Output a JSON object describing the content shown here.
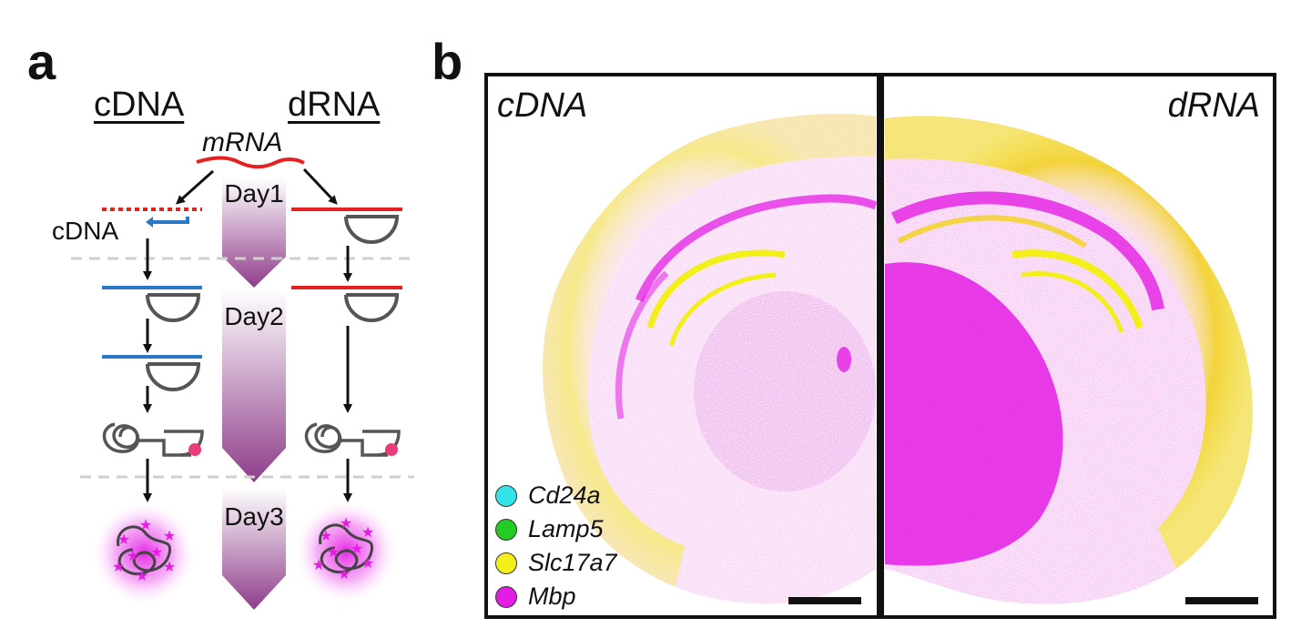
{
  "panel_a": {
    "letter": "a",
    "left_header": "cDNA",
    "right_header": "dRNA",
    "mrna_label": "mRNA",
    "cdna_label": "cDNA",
    "day_labels": [
      "Day1",
      "Day2",
      "Day3"
    ]
  },
  "panel_b": {
    "letter": "b",
    "left_title": "cDNA",
    "right_title": "dRNA",
    "legend": [
      {
        "gene": "Cd24a",
        "color": "#33e5e8"
      },
      {
        "gene": "Lamp5",
        "color": "#22cc22"
      },
      {
        "gene": "Slc17a7",
        "color": "#f2ef1a"
      },
      {
        "gene": "Mbp",
        "color": "#e41de4"
      }
    ]
  },
  "colors": {
    "mrna_red": "#e52020",
    "cdna_blue": "#2a78c8",
    "ligation_magenta": "#e83d7a",
    "day_arrow_purple": "#8e3d8a",
    "mbp_magenta": "#e41de4",
    "slc_yellow": "#f2ef1a"
  }
}
